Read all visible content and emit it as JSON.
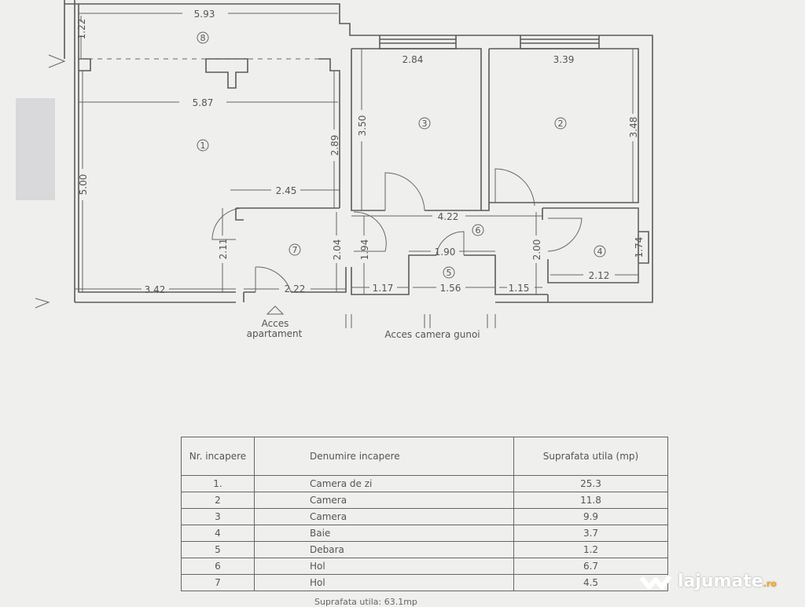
{
  "plan": {
    "room_markers": [
      "1",
      "2",
      "3",
      "4",
      "5",
      "6",
      "7",
      "8"
    ],
    "dimensions": {
      "balcony_width": "5.93",
      "balcony_depth": "1.22",
      "room1_width": "5.87",
      "room1_height": "5.00",
      "room1_side": "2.89",
      "room1_inner": "2.45",
      "room1_bottom": "3.42",
      "room3_width": "2.84",
      "room3_height": "3.50",
      "room2_width": "3.39",
      "room2_height": "3.48",
      "hall6_width": "4.22",
      "hall7_door": "2.11",
      "hall7_height": "2.04",
      "hall7_bottom": "2.22",
      "hall6_left": "1.94",
      "debara_top": "1.90",
      "bath_door": "2.00",
      "bath_height": "1.74",
      "bath_width": "2.12",
      "bottom_a": "1.17",
      "bottom_b": "1.56",
      "bottom_c": "1.15"
    },
    "access_apartment_line1": "Acces",
    "access_apartment_line2": "apartament",
    "access_garbage": "Acces camera gunoi"
  },
  "table": {
    "headers": [
      "Nr. incapere",
      "Denumire incapere",
      "Suprafata utila (mp)"
    ],
    "rows": [
      {
        "nr": "1.",
        "name": "Camera de zi",
        "area": "25.3"
      },
      {
        "nr": "2",
        "name": "Camera",
        "area": "11.8"
      },
      {
        "nr": "3",
        "name": "Camera",
        "area": "9.9"
      },
      {
        "nr": "4",
        "name": "Baie",
        "area": "3.7"
      },
      {
        "nr": "5",
        "name": "Debara",
        "area": "1.2"
      },
      {
        "nr": "6",
        "name": "Hol",
        "area": "6.7"
      },
      {
        "nr": "7",
        "name": "Hol",
        "area": "4.5"
      }
    ],
    "total": "Suprafata utila: 63.1mp"
  },
  "watermark": {
    "brand": "lajumate",
    "tld": ".ro"
  }
}
